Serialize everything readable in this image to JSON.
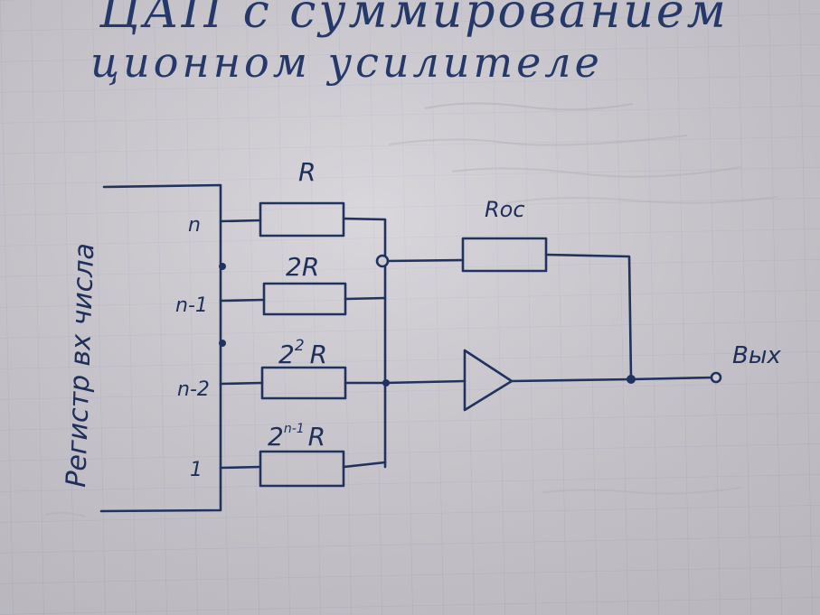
{
  "title": {
    "line1": "ЦАП с суммированием",
    "line2": "ционном усилителе"
  },
  "register_label": "Регистр вх числа",
  "bits": {
    "b1": "n",
    "b2": "n-1",
    "b3": "n-2",
    "b4": "1"
  },
  "resistors": {
    "r1": {
      "label": "R"
    },
    "r2": {
      "label": "2R"
    },
    "r3": {
      "label": "2",
      "sup": "2",
      "suffix": "R"
    },
    "r4": {
      "label": "2",
      "sup": "n-1",
      "suffix": "R"
    },
    "feedback": {
      "label": "Rос"
    }
  },
  "output_label": "Вых",
  "colors": {
    "ink": "#20335f",
    "paper": "#cfcdd2",
    "grid": "#9aa3c2"
  }
}
